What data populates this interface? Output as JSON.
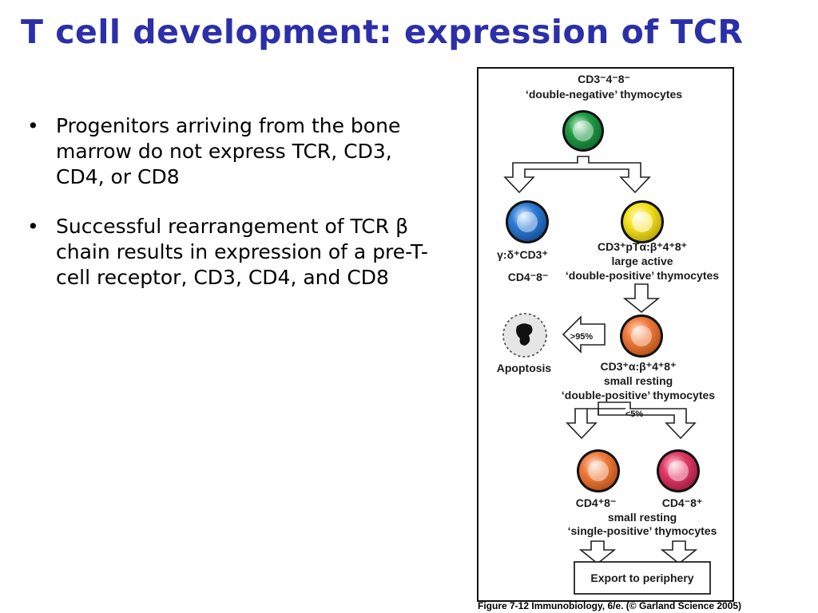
{
  "slide": {
    "title": "T cell development:  expression of TCR",
    "bullet_char": "•",
    "bullets": [
      "Progenitors arriving from the bone marrow do not express TCR, CD3, CD4, or CD8",
      "Successful rearrangement of TCR β chain results in expression of a pre-T-cell receptor, CD3, CD4, and CD8"
    ]
  },
  "figure": {
    "caption": "Figure 7-12  Immunobiology, 6/e. (© Garland Science 2005)",
    "stage1": {
      "label": "CD3⁻4⁻8⁻",
      "sublabel": "‘double-negative’ thymocytes"
    },
    "gamma_delta": {
      "line1": "γ:δ⁺CD3⁺",
      "line2": "CD4⁻8⁻"
    },
    "large_active": {
      "line1": "CD3⁺pTα:β⁺4⁺8⁺",
      "line2": "large active",
      "line3": "‘double-positive’ thymocytes"
    },
    "apoptosis": {
      "label": "Apoptosis",
      "percent": ">95%"
    },
    "small_resting_dp": {
      "line1": "CD3⁺α:β⁺4⁺8⁺",
      "line2": "small resting",
      "line3": "‘double-positive’ thymocytes"
    },
    "split_percent": "<5%",
    "cd4_sp": {
      "label": "CD4⁺8⁻"
    },
    "cd8_sp": {
      "label": "CD4⁻8⁺"
    },
    "single_positive": {
      "line1": "small resting",
      "line2": "‘single-positive’ thymocytes"
    },
    "export": "Export to periphery"
  },
  "colors": {
    "title": "#2b2fa8",
    "cell_green": "#1f9b45",
    "cell_blue": "#2c7bd6",
    "cell_yellow": "#f4e21b",
    "cell_orange": "#ef7a3a",
    "cell_pink": "#e03a64",
    "apoptosis_fill": "#e6e6e6"
  }
}
